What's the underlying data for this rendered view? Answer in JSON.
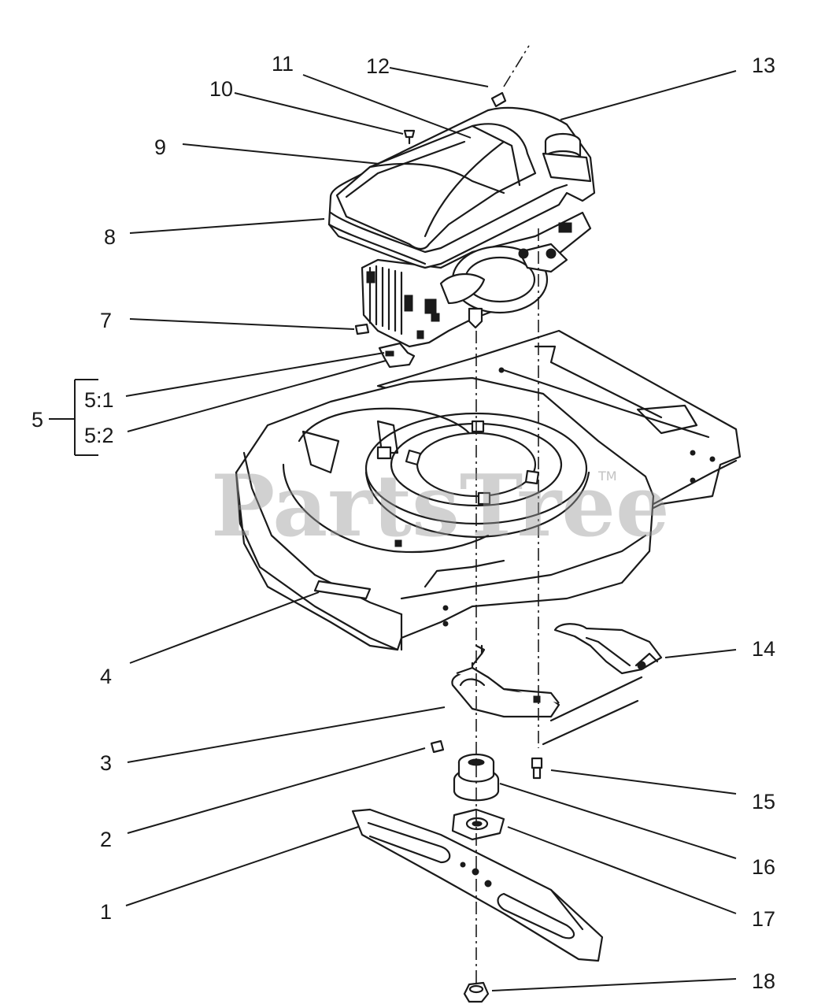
{
  "callouts": {
    "c1": "1",
    "c2": "2",
    "c3": "3",
    "c4": "4",
    "c5": "5",
    "c5_1": "5:1",
    "c5_2": "5:2",
    "c7": "7",
    "c8": "8",
    "c9": "9",
    "c10": "10",
    "c11": "11",
    "c12": "12",
    "c13": "13",
    "c14": "14",
    "c15": "15",
    "c16": "16",
    "c17": "17",
    "c18": "18"
  },
  "watermark": {
    "text": "PartsTree",
    "tm": "TM"
  }
}
